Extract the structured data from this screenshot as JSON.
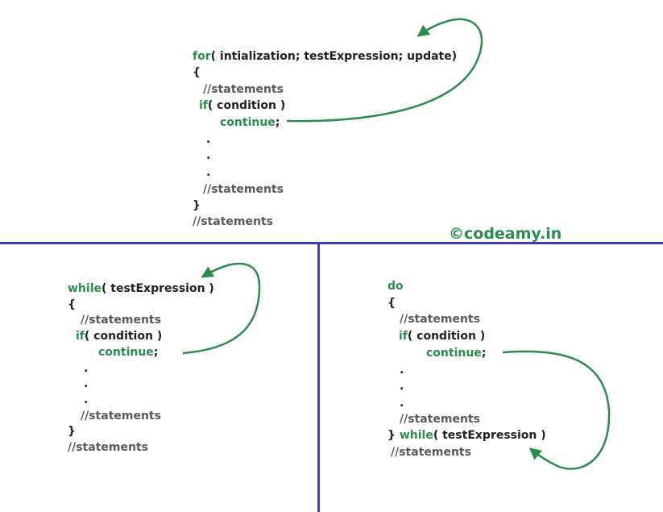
{
  "colors": {
    "keyword": "#2e8b4e",
    "comment": "#58595b",
    "text": "#231f20",
    "divider": "#3b3fb0",
    "arrow": "#2e8b4e"
  },
  "brand": "©codeamy.in",
  "for_loop": {
    "header_kw": "for",
    "header_rest": "( intialization; testExpression; update)",
    "open_brace": "{",
    "stmt1": "//statements",
    "if_kw": "if",
    "if_rest": "( condition )",
    "continue_kw": "continue",
    "continue_semicolon": ";",
    "dot": ".",
    "stmt2": "//statements",
    "close_brace": "}",
    "after": "//statements"
  },
  "while_loop": {
    "header_kw": "while",
    "header_rest": "( testExpression )",
    "open_brace": "{",
    "stmt1": "//statements",
    "if_kw": "if",
    "if_rest": "( condition )",
    "continue_kw": "continue",
    "continue_semicolon": ";",
    "dot": ".",
    "stmt2": "//statements",
    "close_brace": "}",
    "after": "//statements"
  },
  "do_while_loop": {
    "header_kw": "do",
    "open_brace": "{",
    "stmt1": "//statements",
    "if_kw": "if",
    "if_rest": "( condition )",
    "continue_kw": "continue",
    "continue_semicolon": ";",
    "dot": ".",
    "stmt2": "//statements",
    "close_brace": "} ",
    "while_kw": "while",
    "while_rest": "( testExpression )",
    "after": "//statements"
  }
}
